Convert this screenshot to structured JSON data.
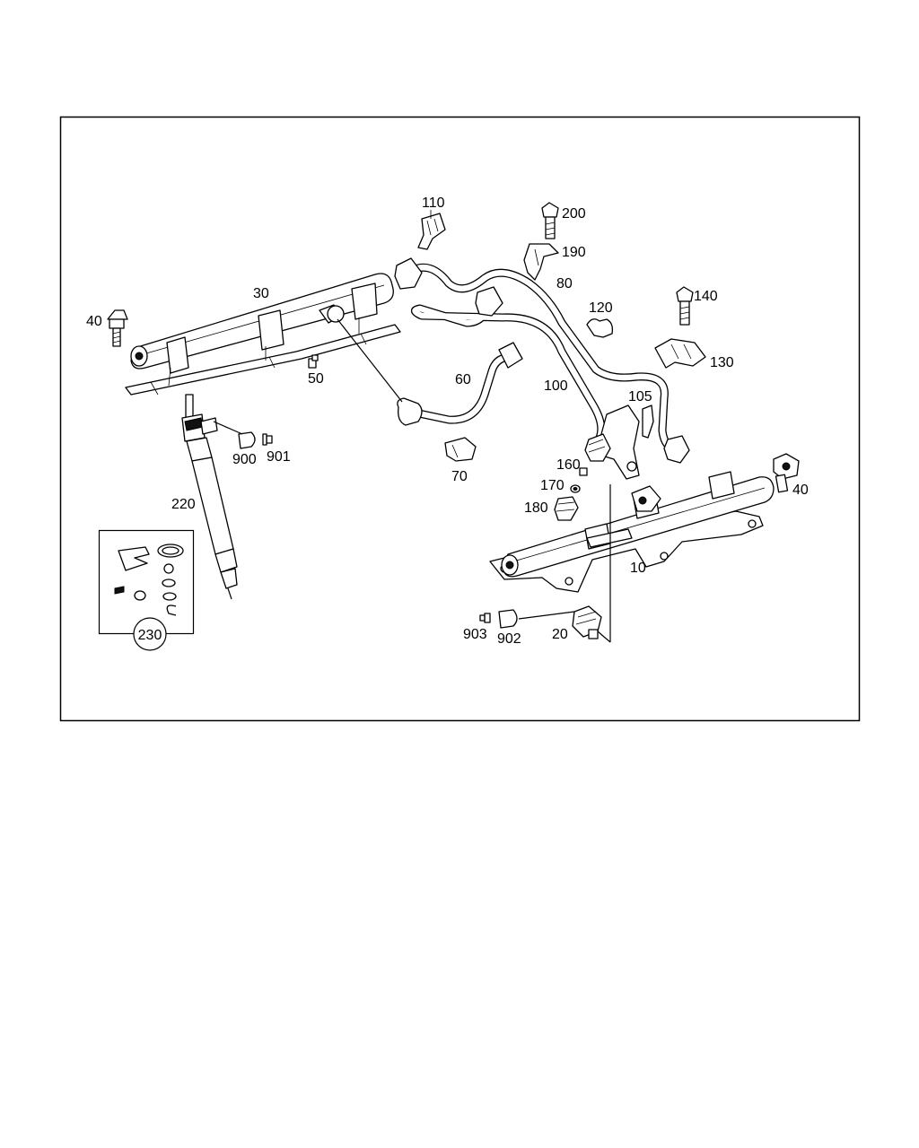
{
  "callouts": {
    "c10": "10",
    "c20": "20",
    "c30": "30",
    "c40a": "40",
    "c40b": "40",
    "c50": "50",
    "c60": "60",
    "c70": "70",
    "c80": "80",
    "c100": "100",
    "c105": "105",
    "c110": "110",
    "c120": "120",
    "c130": "130",
    "c140": "140",
    "c160": "160",
    "c170": "170",
    "c180": "180",
    "c190": "190",
    "c200": "200",
    "c220": "220",
    "c230": "230",
    "c900": "900",
    "c901": "901",
    "c902": "902",
    "c903": "903"
  }
}
